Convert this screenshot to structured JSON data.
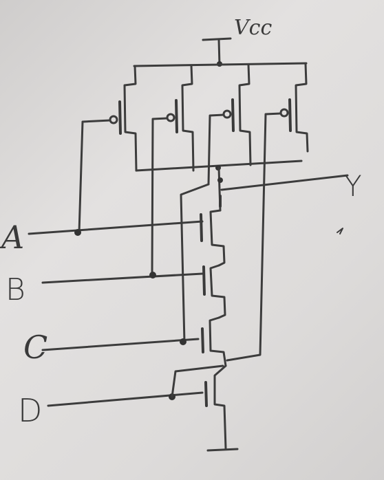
{
  "diagram": {
    "supply_label": "Vcc",
    "output_label": "Y",
    "inputs": [
      {
        "id": "a",
        "label": "A"
      },
      {
        "id": "b",
        "label": "B"
      },
      {
        "id": "c",
        "label": "C"
      },
      {
        "id": "d",
        "label": "D"
      }
    ]
  },
  "colors": {
    "ink": "#3c3c3c",
    "paper": "#dcdad9"
  }
}
